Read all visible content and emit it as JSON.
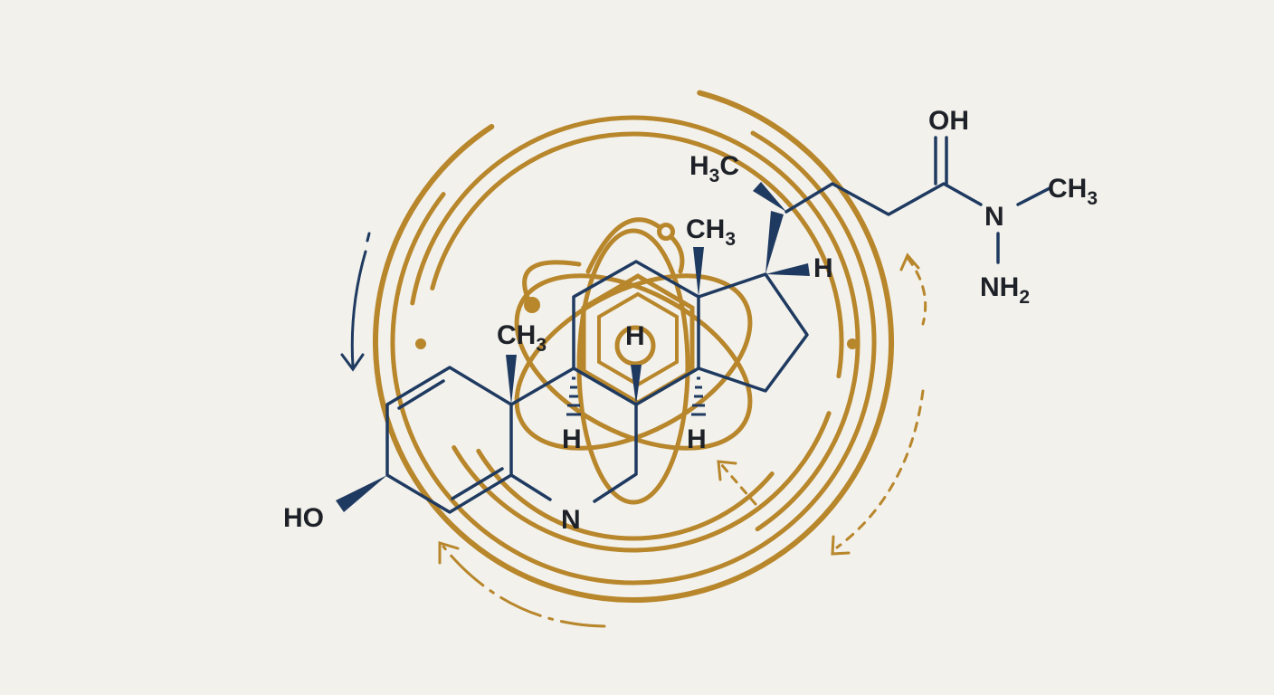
{
  "colors": {
    "background": "#f2f1ec",
    "bond": "#1f3a60",
    "label": "#1e2228",
    "ornament": "#b8862b"
  },
  "labels": {
    "hydroxyl_left": "HO",
    "methyl_c10": "CH",
    "methyl_c10_sub": "3",
    "methyl_c13": "CH",
    "methyl_c13_sub": "3",
    "methyl_side": "H",
    "methyl_side_sub": "3",
    "methyl_side_tail": "C",
    "hydrogen_c8": "H",
    "hydrogen_c9": "H",
    "hydrogen_c14": "H",
    "hydrogen_c17": "H",
    "ring_nitrogen": "N",
    "carbonyl_oh": "OH",
    "hydrazide_n": "N",
    "hydrazide_methyl": "CH",
    "hydrazide_methyl_sub": "3",
    "hydrazide_nh2": "NH",
    "hydrazide_nh2_sub": "2"
  }
}
